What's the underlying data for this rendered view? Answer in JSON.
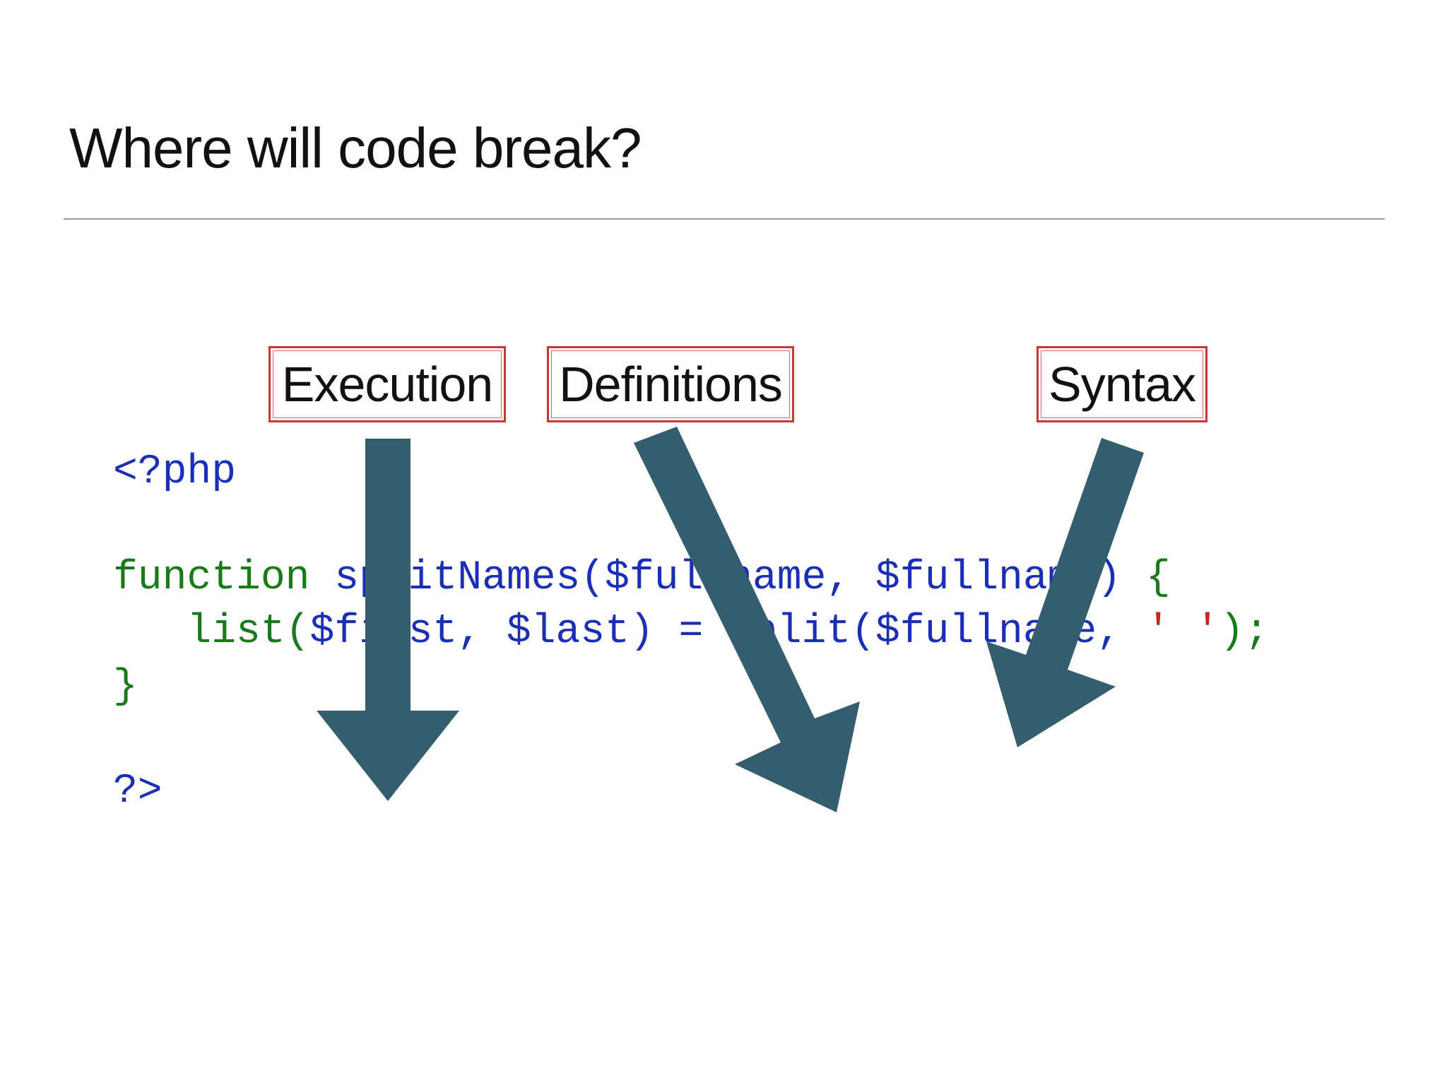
{
  "slide": {
    "title": "Where will code break?"
  },
  "labels": {
    "execution": "Execution",
    "definitions": "Definitions",
    "syntax": "Syntax"
  },
  "code": {
    "open_tag": "<?php",
    "line2_keyword": "function ",
    "line2_sig": "splitNames($fullname, $fullname) ",
    "line2_brace": "{",
    "line3_indent": "   ",
    "line3_a": "list(",
    "line3_b": "$first, $last) = split($fullname, ",
    "line3_str": "' '",
    "line3_end": ");",
    "line4_brace": "}",
    "close_tag": "?>"
  },
  "colors": {
    "arrow": "#345e6e",
    "label_border": "#c83a3a",
    "code_blue": "#1a2fb5",
    "code_green": "#1a7a1a",
    "code_red": "#cc2222"
  },
  "icons": {
    "arrow1": "arrow-down-icon",
    "arrow2": "arrow-down-right-icon",
    "arrow3": "arrow-down-left-icon"
  }
}
